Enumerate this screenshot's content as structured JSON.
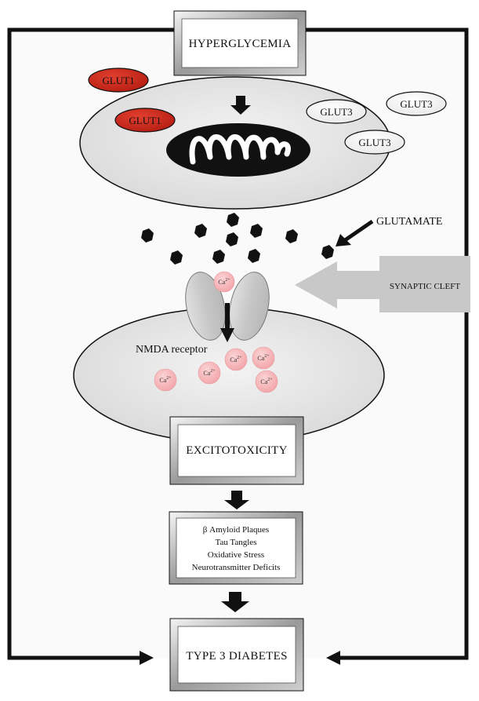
{
  "boxes": {
    "hyperglycemia": "HYPERGLYCEMIA",
    "excitotoxicity": "EXCITOTOXICITY",
    "effects": [
      "β Amyloid Plaques",
      "Tau Tangles",
      "Oxidative Stress",
      "Neurotransmitter Deficits"
    ],
    "type3": "TYPE 3 DIABETES"
  },
  "transporters": {
    "glut1": [
      "GLUT1",
      "GLUT1"
    ],
    "glut3": [
      "GLUT3",
      "GLUT3",
      "GLUT3"
    ]
  },
  "labels": {
    "glutamate": "GLUTAMATE",
    "synaptic_cleft": "SYNAPTIC CLEFT",
    "nmda": "NMDA receptor"
  },
  "calcium": {
    "base": "Ca",
    "charge": "2+"
  },
  "colors": {
    "glut1_fill": "#d42a1c",
    "cell_fill": "#e6e6e6",
    "ca_fill": "#f5b5b8",
    "line": "#111111",
    "cleft_arrow": "#c8c8c8"
  }
}
